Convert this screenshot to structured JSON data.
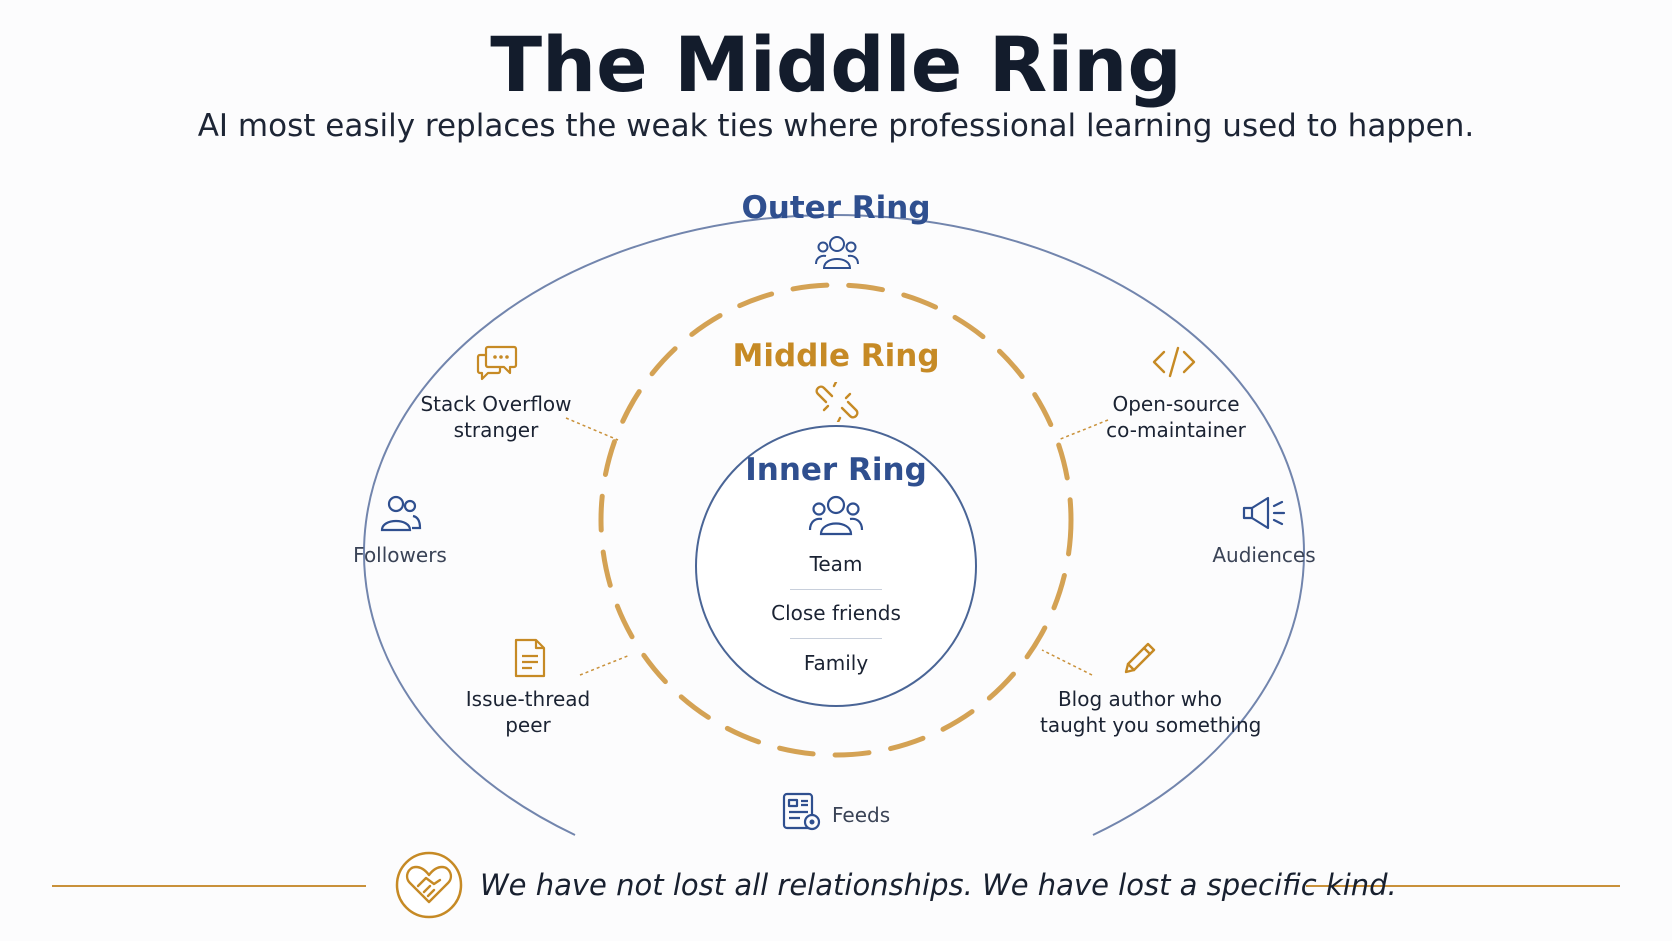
{
  "header": {
    "title": "The Middle Ring",
    "subtitle": "AI most easily replaces the weak ties where professional learning used to happen."
  },
  "rings": {
    "outer": {
      "title": "Outer Ring",
      "icon": "people-group-icon",
      "members": [
        {
          "label": "Followers",
          "icon": "people-icon"
        },
        {
          "label": "Audiences",
          "icon": "megaphone-icon"
        },
        {
          "label": "Feeds",
          "icon": "feed-icon"
        }
      ]
    },
    "middle": {
      "title": "Middle Ring",
      "icon": "broken-link-icon",
      "members": [
        {
          "label_line1": "Stack Overflow",
          "label_line2": "stranger",
          "icon": "chat-bubbles-icon"
        },
        {
          "label_line1": "Open-source",
          "label_line2": "co-maintainer",
          "icon": "code-icon"
        },
        {
          "label_line1": "Issue-thread",
          "label_line2": "peer",
          "icon": "document-icon"
        },
        {
          "label_line1": "Blog author who",
          "label_line2": "taught you something",
          "icon": "pencil-icon"
        }
      ]
    },
    "inner": {
      "title": "Inner Ring",
      "icon": "people-group-icon",
      "members": [
        "Team",
        "Close friends",
        "Family"
      ]
    }
  },
  "footer": {
    "text": "We have not lost all relationships. We have lost a specific kind.",
    "icon": "heart-handshake-icon"
  },
  "colors": {
    "navy": "#2f4f8f",
    "gold": "#c68a25",
    "outline": "#6b7ea5",
    "text": "#1a2233"
  }
}
